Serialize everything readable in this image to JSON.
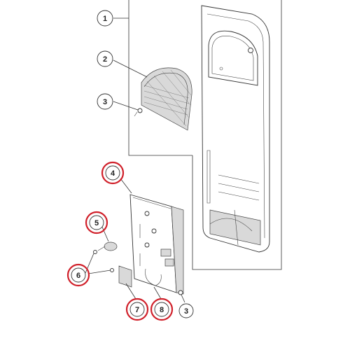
{
  "diagram": {
    "callouts": [
      {
        "id": "c1",
        "label": "1",
        "highlighted": false
      },
      {
        "id": "c2",
        "label": "2",
        "highlighted": false
      },
      {
        "id": "c3a",
        "label": "3",
        "highlighted": false
      },
      {
        "id": "c4",
        "label": "4",
        "highlighted": true
      },
      {
        "id": "c5",
        "label": "5",
        "highlighted": true
      },
      {
        "id": "c6",
        "label": "6",
        "highlighted": true
      },
      {
        "id": "c7",
        "label": "7",
        "highlighted": true
      },
      {
        "id": "c8",
        "label": "8",
        "highlighted": true
      },
      {
        "id": "c3b",
        "label": "3",
        "highlighted": false
      }
    ],
    "colors": {
      "highlight_ring": "#d0202a",
      "line": "#333333",
      "fill": "#ffffff"
    }
  }
}
